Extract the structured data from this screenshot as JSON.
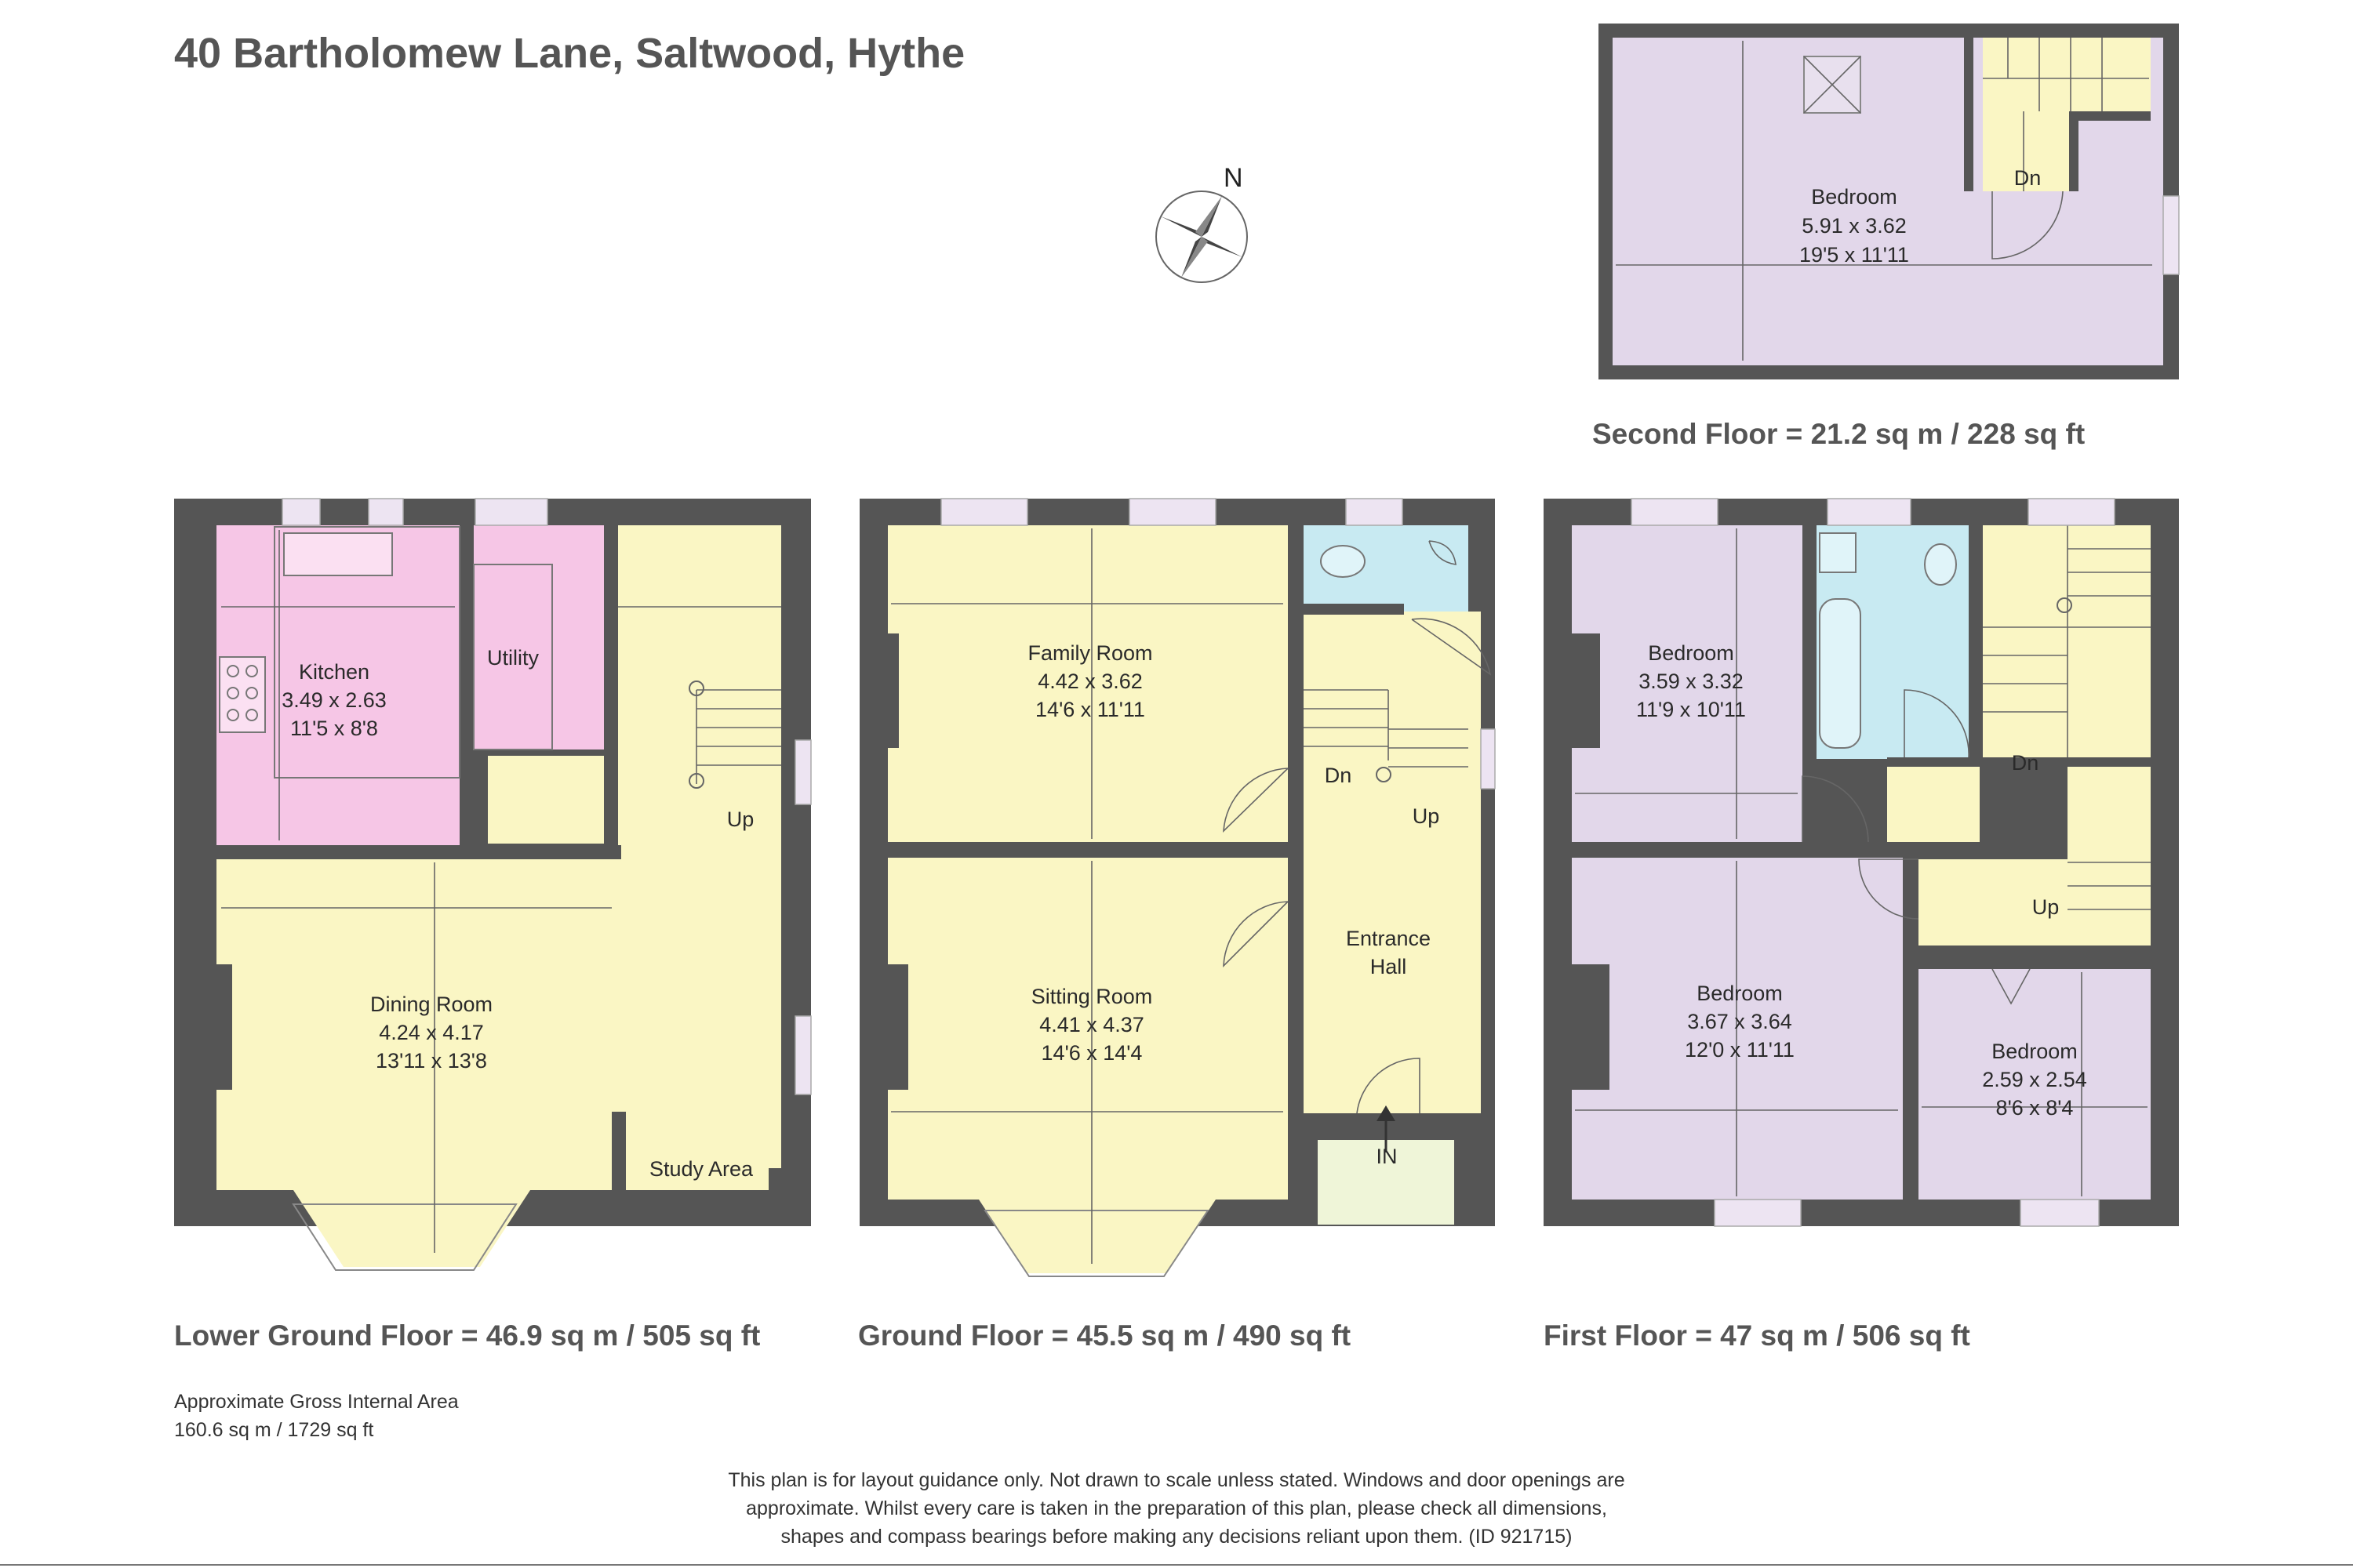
{
  "title": "40 Bartholomew Lane, Saltwood, Hythe",
  "compass": {
    "label": "N"
  },
  "floors": {
    "second": {
      "area_label": "Second Floor = 21.2 sq m / 228 sq ft",
      "rooms": [
        {
          "name": "Bedroom",
          "metric": "5.91 x 3.62",
          "imperial": "19'5 x 11'11"
        }
      ],
      "stair_label": "Dn"
    },
    "lower_ground": {
      "area_label": "Lower Ground Floor = 46.9 sq m / 505 sq ft",
      "rooms": [
        {
          "name": "Kitchen",
          "metric": "3.49 x 2.63",
          "imperial": "11'5 x 8'8"
        },
        {
          "name": "Utility"
        },
        {
          "name": "Dining Room",
          "metric": "4.24 x 4.17",
          "imperial": "13'11 x 13'8"
        },
        {
          "name": "Study Area"
        }
      ],
      "stair_label": "Up"
    },
    "ground": {
      "area_label": "Ground Floor = 45.5 sq m / 490 sq ft",
      "rooms": [
        {
          "name": "Family Room",
          "metric": "4.42 x 3.62",
          "imperial": "14'6 x 11'11"
        },
        {
          "name": "Sitting Room",
          "metric": "4.41 x 4.37",
          "imperial": "14'6 x 14'4"
        },
        {
          "name": "Entrance",
          "name2": "Hall"
        }
      ],
      "stair_dn": "Dn",
      "stair_up": "Up",
      "entry_label": "IN"
    },
    "first": {
      "area_label": "First Floor = 47 sq m / 506 sq ft",
      "rooms": [
        {
          "name": "Bedroom",
          "metric": "3.59 x 3.32",
          "imperial": "11'9 x 10'11"
        },
        {
          "name": "Bedroom",
          "metric": "3.67 x 3.64",
          "imperial": "12'0 x 11'11"
        },
        {
          "name": "Bedroom",
          "metric": "2.59 x 2.54",
          "imperial": "8'6 x 8'4"
        }
      ],
      "stair_dn": "Dn",
      "stair_up": "Up"
    }
  },
  "gross_area": {
    "line1": "Approximate Gross Internal Area",
    "line2": "160.6 sq m / 1729 sq ft"
  },
  "disclaimer": {
    "line1": "This plan is for layout guidance only. Not drawn to scale unless stated. Windows and door openings are",
    "line2": "approximate. Whilst every care is taken in the preparation of this plan, please check all dimensions,",
    "line3": "shapes and compass bearings before making any decisions reliant upon them. (ID 921715)"
  },
  "colors": {
    "wall": "#555555",
    "living": "#faf6c4",
    "kitchen": "#f6c6e6",
    "bedroom": "#e2d7ea",
    "bathroom": "#c8eaf2",
    "porch": "#eff5d8"
  }
}
